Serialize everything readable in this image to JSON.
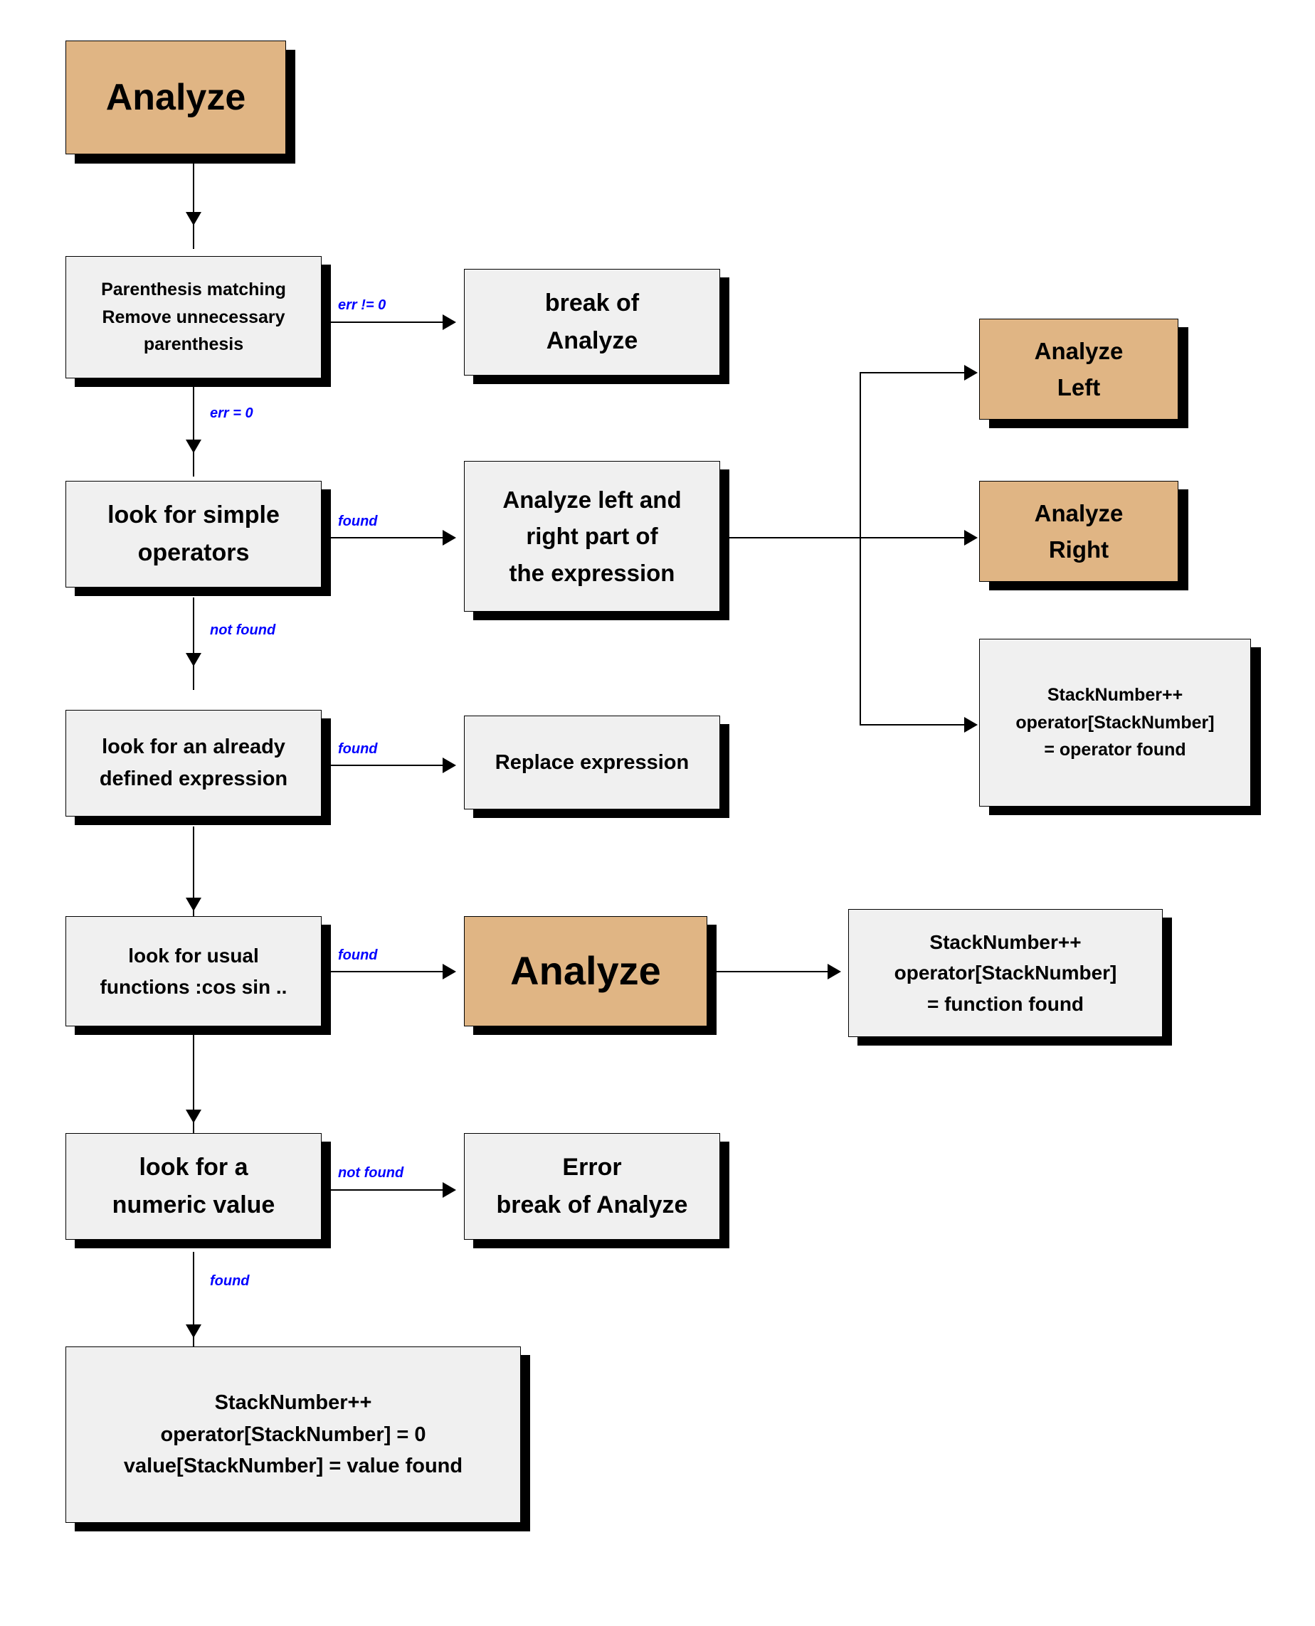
{
  "diagram": {
    "title": "Analyze recursive expression parsing flowchart",
    "colors": {
      "process_fill": "#f0f0f0",
      "recursive_fill": "#e0b584",
      "border": "#000000",
      "edge_label": "#0000ff",
      "shadow": "#000000"
    },
    "nodes": [
      {
        "id": "analyze-root",
        "kind": "recursive",
        "lines": [
          "Analyze"
        ]
      },
      {
        "id": "parenthesis-matching",
        "kind": "process",
        "lines": [
          "Parenthesis matching",
          "Remove unnecessary",
          "parenthesis"
        ]
      },
      {
        "id": "break-of-analyze",
        "kind": "process",
        "lines": [
          "break of",
          "Analyze"
        ]
      },
      {
        "id": "look-for-simple-operators",
        "kind": "process",
        "lines": [
          "look for simple",
          "operators"
        ]
      },
      {
        "id": "analyze-left-right-part",
        "kind": "process",
        "lines": [
          "Analyze left and",
          "right part of",
          "the expression"
        ]
      },
      {
        "id": "analyze-left",
        "kind": "recursive",
        "lines": [
          "Analyze",
          "Left"
        ]
      },
      {
        "id": "analyze-right",
        "kind": "recursive",
        "lines": [
          "Analyze",
          "Right"
        ]
      },
      {
        "id": "stack-operator-found",
        "kind": "process",
        "lines": [
          "StackNumber++",
          "operator[StackNumber]",
          "= operator found"
        ]
      },
      {
        "id": "look-for-defined-expression",
        "kind": "process",
        "lines": [
          "look for an already",
          "defined expression"
        ]
      },
      {
        "id": "replace-expression",
        "kind": "process",
        "lines": [
          "Replace expression"
        ]
      },
      {
        "id": "look-for-usual-functions",
        "kind": "process",
        "lines": [
          "look for usual",
          "functions :cos sin .."
        ]
      },
      {
        "id": "analyze-function",
        "kind": "recursive",
        "lines": [
          "Analyze"
        ]
      },
      {
        "id": "stack-function-found",
        "kind": "process",
        "lines": [
          "StackNumber++",
          "operator[StackNumber]",
          "= function found"
        ]
      },
      {
        "id": "look-for-numeric-value",
        "kind": "process",
        "lines": [
          "look for a",
          "numeric value"
        ]
      },
      {
        "id": "error-break-of-analyze",
        "kind": "process",
        "lines": [
          "Error",
          "break of Analyze"
        ]
      },
      {
        "id": "stack-value-found",
        "kind": "process",
        "lines": [
          "StackNumber++",
          "operator[StackNumber] = 0",
          "value[StackNumber] = value found"
        ]
      }
    ],
    "edge_labels": {
      "err_not_zero": "err != 0",
      "err_zero": "err = 0",
      "found_operators": "found",
      "not_found_operators": "not found",
      "found_expression": "found",
      "found_functions": "found",
      "not_found_numeric": "not found",
      "found_numeric": "found"
    }
  }
}
